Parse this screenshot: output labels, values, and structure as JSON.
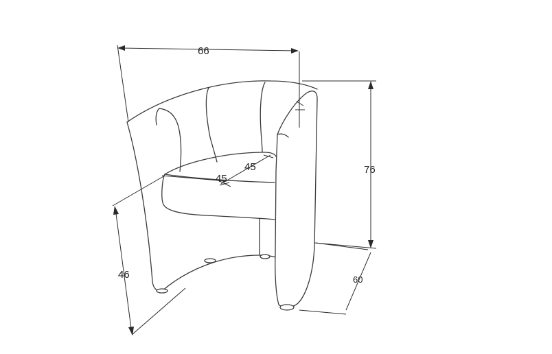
{
  "dimensions": {
    "width_top": "66",
    "height_total": "76",
    "seat_height": "46",
    "depth": "60",
    "seat_width": "45",
    "seat_depth": "45"
  }
}
